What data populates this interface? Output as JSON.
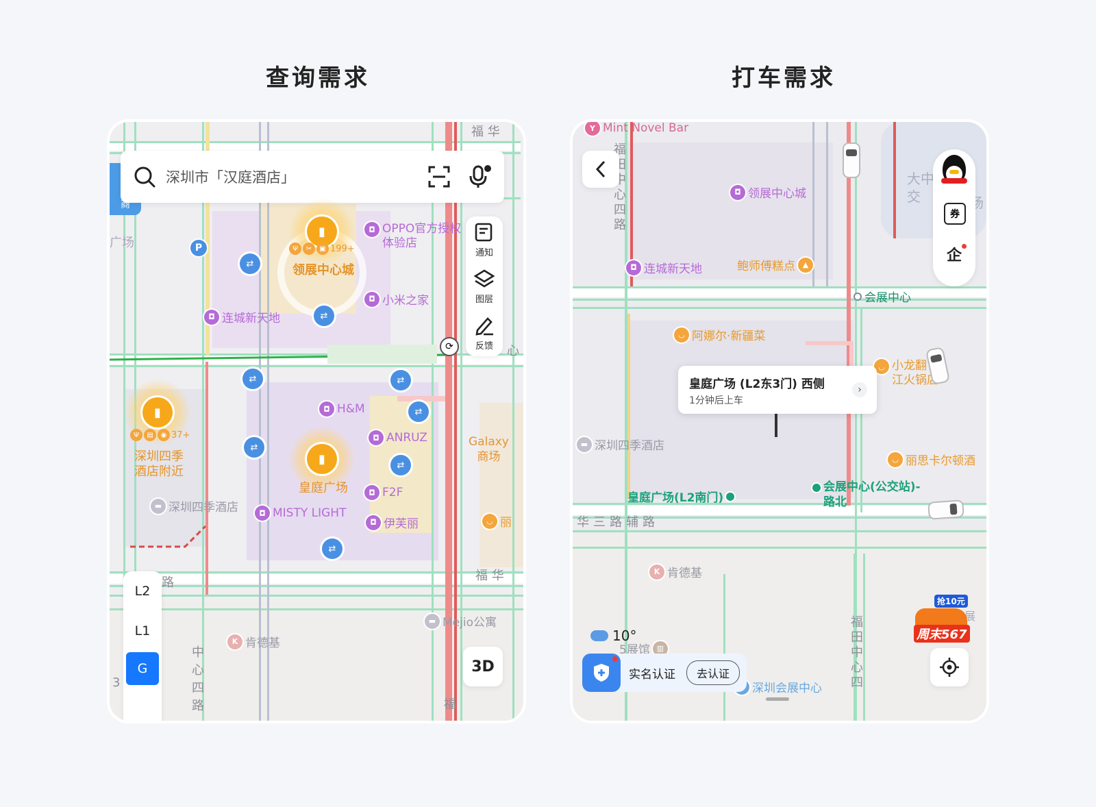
{
  "left_title": "查询需求",
  "right_title": "打车需求",
  "left": {
    "search": {
      "placeholder": "深圳市「汉庭酒店」"
    },
    "tools": [
      {
        "label": "通知"
      },
      {
        "label": "图层"
      },
      {
        "label": "反馈"
      }
    ],
    "floors": [
      "L2",
      "L1",
      "G"
    ],
    "active_floor": "G",
    "btn_3d": "3D",
    "clusters": [
      {
        "name": "领展中心城",
        "count": "199+"
      },
      {
        "name": "深圳四季\n酒店附近",
        "count": "37+"
      },
      {
        "name": "皇庭广场",
        "count": ""
      }
    ],
    "pois": {
      "oppo": "OPPO官方授权\n体验店",
      "xiaomi": "小米之家",
      "liancheng": "连城新天地",
      "hm": "H&M",
      "anruz": "ANRUZ",
      "f2f": "F2F",
      "misty": "MISTY LIGHT",
      "yifuli": "伊芙丽",
      "siji": "深圳四季酒店",
      "mejio": "Mejio公寓",
      "kfc": "肯德基",
      "galaxy": "Galaxy\n商场",
      "guangchang": "广场",
      "li": "丽"
    },
    "roads": {
      "fuhua_top": "福 华",
      "fuhua_bottom": "福 华",
      "fu_bottom": "福",
      "zhongxin": "中\n心\n四\n路",
      "lu": "路",
      "num3": "3",
      "xin": "心"
    },
    "building_marker": "商"
  },
  "right": {
    "pickup": {
      "title": "皇庭广场 (L2东3门) 西侧",
      "subtitle": "1分钟后上车"
    },
    "pois": {
      "mint": "Mint Novel Bar",
      "lingzhan": "领展中心城",
      "liancheng": "连城新天地",
      "baoshi": "鲍师傅糕点",
      "anaer": "阿娜尔·新疆菜",
      "xiaolong": "小龙翻\n江火锅店",
      "siji": "深圳四季酒店",
      "lisi": "丽思卡尔顿酒",
      "kfc": "肯德基",
      "zhanguan": "5展馆",
      "huizhan": "深圳会展中心",
      "zhan": "展"
    },
    "stations": {
      "huangting": "皇庭广场(L2南门)",
      "huizhan_bus": "会展中心(公交站)-\n路北",
      "huizhan_metro": "会展中心"
    },
    "roads": {
      "huasan": "华三路辅路",
      "fuzhong_left": "福\n田\n中\n心\n四\n路",
      "fuzhong_right": "福\n田\n中\n心\n四",
      "daju": "大中\n交",
      "chang": "场"
    },
    "weather": "10°",
    "verify": {
      "label": "实名认证",
      "button": "去认证"
    },
    "promo": {
      "top": "抢10元",
      "main": "周末567"
    },
    "side_icons": [
      "qq-icon",
      "coupon-icon",
      "enterprise-icon"
    ],
    "enterprise_label": "企",
    "coupon_label": "券"
  }
}
